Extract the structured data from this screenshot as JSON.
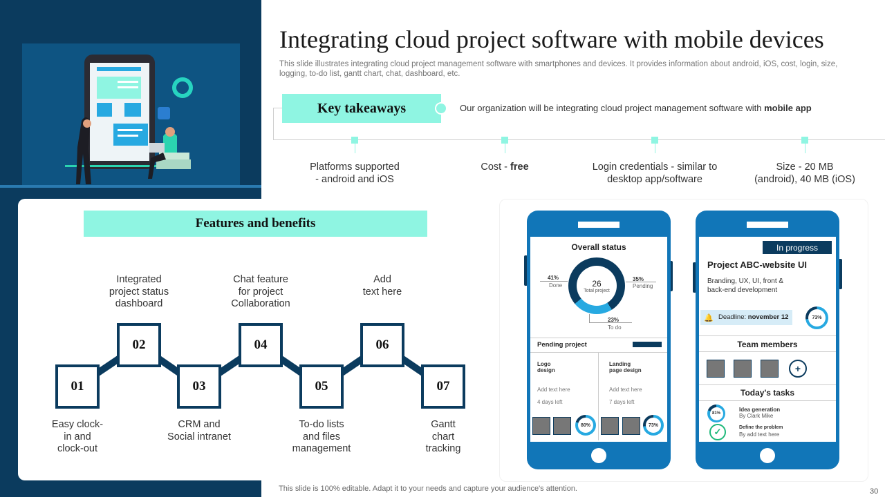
{
  "title": "Integrating cloud project software with mobile devices",
  "subtitle": "This slide illustrates integrating cloud project management software with smartphones and devices. It provides information about android, iOS, cost, login, size, logging, to-do list, gantt chart, chat, dashboard, etc.",
  "key_takeaways": {
    "label": "Key takeaways",
    "desc_prefix": "Our organization will be integrating cloud project management software with ",
    "desc_bold": "mobile app"
  },
  "timeline": [
    {
      "line1": "Platforms supported",
      "line2": "- android and iOS"
    },
    {
      "line1": "Cost - ",
      "bold": "free"
    },
    {
      "line1": "Login credentials - similar to",
      "line2": "desktop app/software"
    },
    {
      "line1": "Size - 20 MB",
      "line2": "(android), 40 MB (iOS)"
    }
  ],
  "features": {
    "title": "Features and benefits",
    "steps": [
      {
        "num": "01",
        "label": "Easy clock-\nin and\nclock-out"
      },
      {
        "num": "02",
        "label": "Integrated\nproject status\ndashboard"
      },
      {
        "num": "03",
        "label": "CRM and\nSocial intranet"
      },
      {
        "num": "04",
        "label": "Chat feature\nfor project\nCollaboration"
      },
      {
        "num": "05",
        "label": "To-do lists\nand files\nmanagement"
      },
      {
        "num": "06",
        "label": "Add\ntext here"
      },
      {
        "num": "07",
        "label": "Gantt\nchart\ntracking"
      }
    ]
  },
  "phone1": {
    "overall_status": "Overall status",
    "donut_total": "26",
    "donut_total_label": "Total project",
    "done_pct": "41%",
    "done_label": "Done",
    "pending_pct": "35%",
    "pending_label": "Pending",
    "todo_pct": "23%",
    "todo_label": "To do",
    "pending_project": "Pending project",
    "col1": {
      "title": "Logo design",
      "text": "Add text here",
      "days": "4 days left",
      "pct": "80%"
    },
    "col2": {
      "title": "Landing page design",
      "text": "Add text here",
      "days": "7 days left",
      "pct": "73%"
    }
  },
  "phone2": {
    "badge": "In progress",
    "project": "Project ABC-website UI",
    "desc": "Branding, UX, UI, front & back-end development",
    "deadline_label": "Deadline: ",
    "deadline_value": "november 12",
    "deadline_pct": "73%",
    "team": "Team members",
    "tasks": "Today's tasks",
    "task1_title": "Idea generation",
    "task1_by": "By Clark Mike",
    "task1_pct": "81%",
    "task2_title": "Define the problem",
    "task2_by": "By add text here"
  },
  "footer": "This slide is 100% editable. Adapt it to your needs and capture your audience's attention.",
  "page_number": "30",
  "colors": {
    "navy": "#0b3b5e",
    "mint": "#8ff5e2",
    "blue": "#1176b8"
  }
}
